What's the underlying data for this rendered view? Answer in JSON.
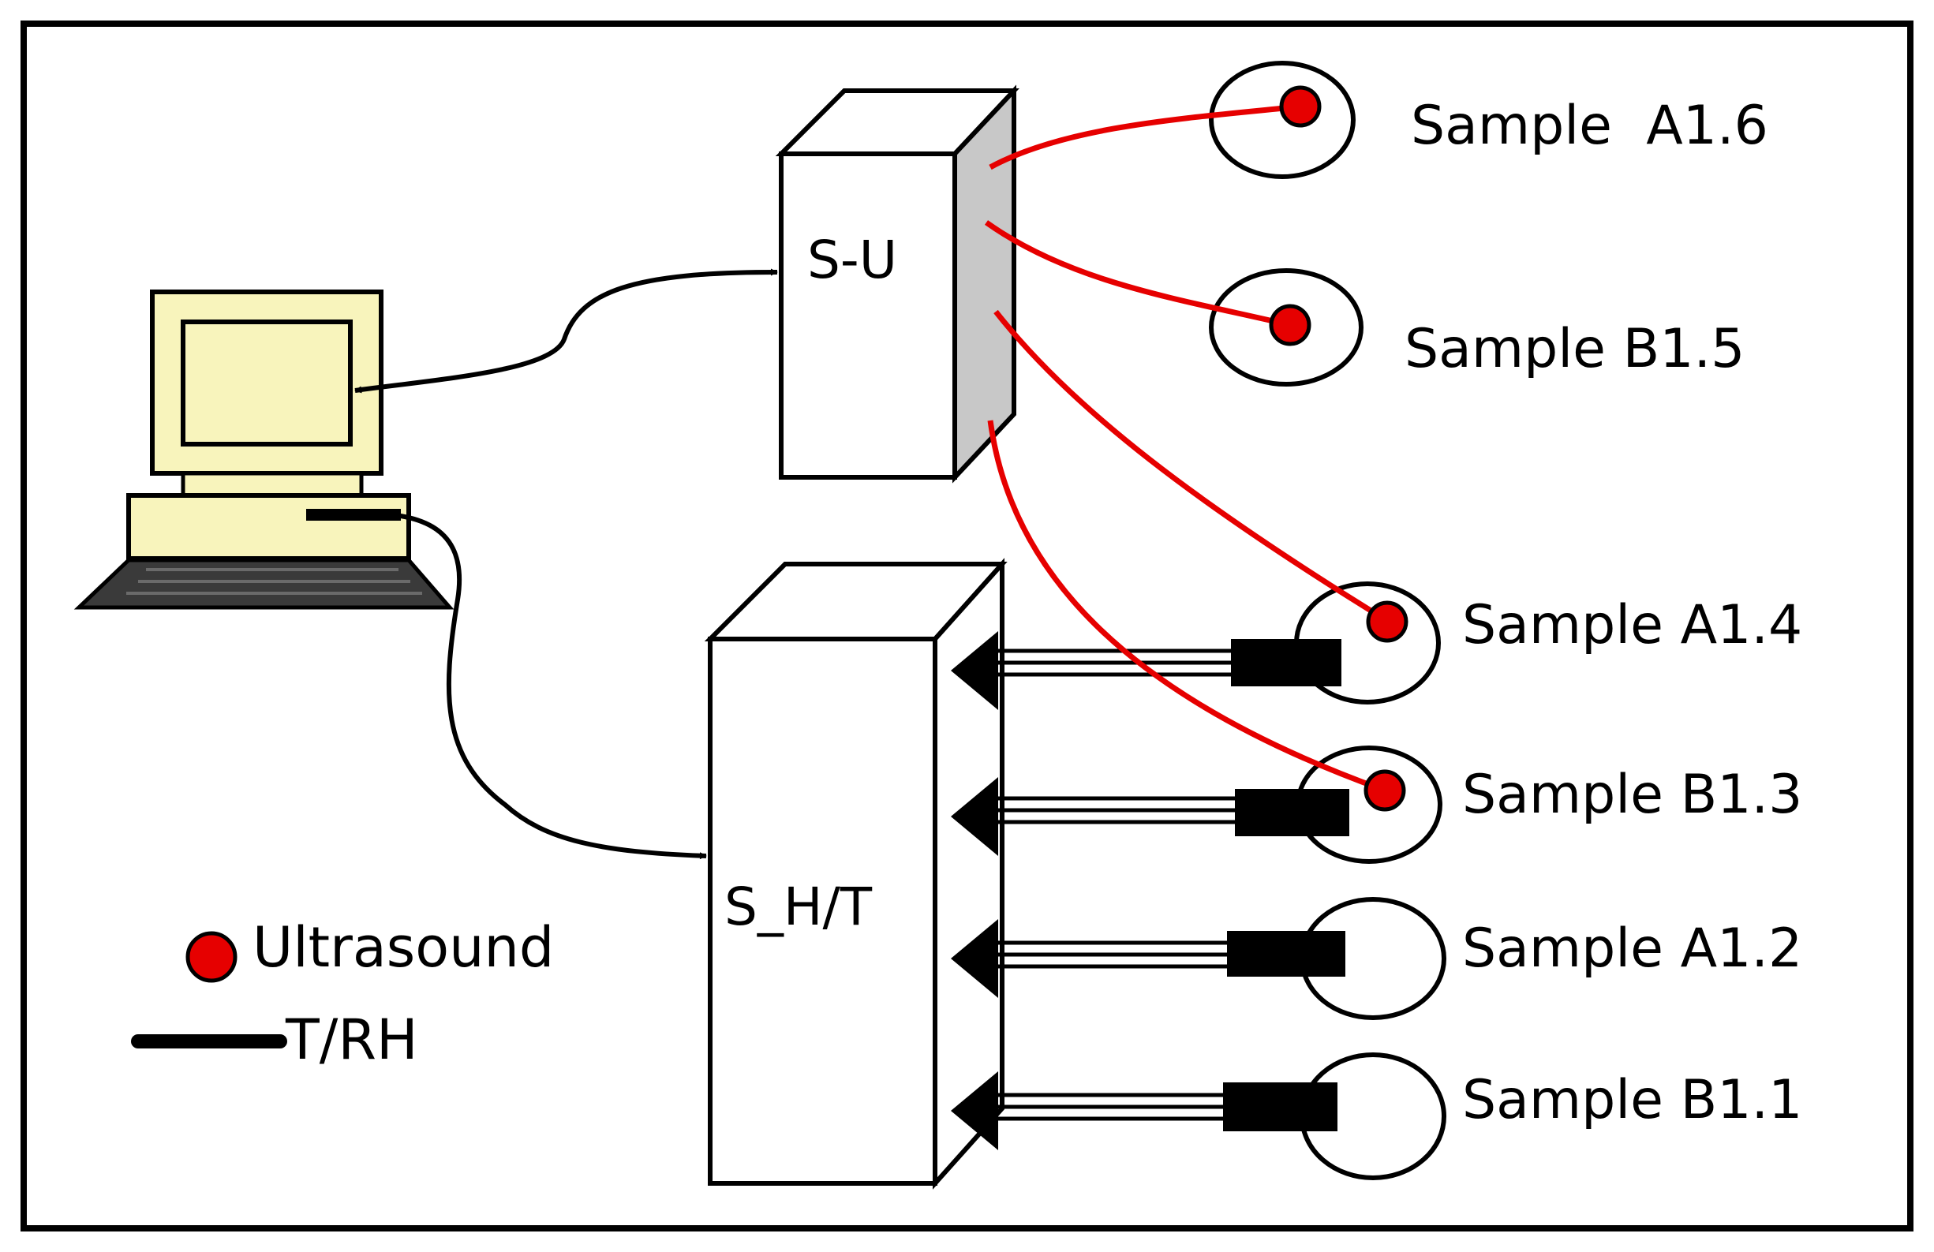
{
  "colors": {
    "ultrasound": "#e60000",
    "cable": "#000000",
    "computer_body": "#f8f4bc",
    "unit_side": "#c8c8c8"
  },
  "devices": {
    "su_label": "S-U",
    "sht_label": "S_H/T",
    "computer_icon": "desktop-computer-icon"
  },
  "samples": [
    {
      "label": "Sample  A1.6",
      "ultrasound": true,
      "trh": false
    },
    {
      "label": "Sample B1.5",
      "ultrasound": true,
      "trh": false
    },
    {
      "label": "Sample A1.4",
      "ultrasound": true,
      "trh": true
    },
    {
      "label": "Sample B1.3",
      "ultrasound": true,
      "trh": true
    },
    {
      "label": "Sample A1.2",
      "ultrasound": false,
      "trh": true
    },
    {
      "label": "Sample B1.1",
      "ultrasound": false,
      "trh": true
    }
  ],
  "legend": {
    "ultrasound_label": "Ultrasound",
    "trh_label": "T/RH"
  }
}
